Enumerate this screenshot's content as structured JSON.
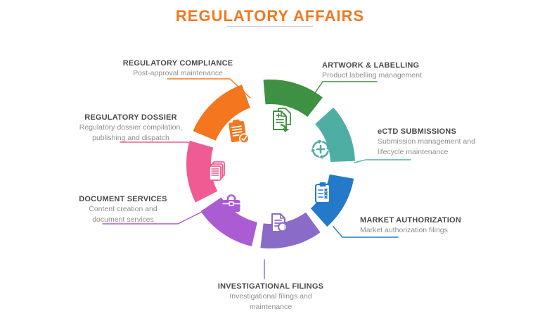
{
  "title": {
    "text": "REGULATORY AFFAIRS",
    "color": "#F4771F"
  },
  "text_colors": {
    "heading": "#4a4a4a",
    "subtext": "#8e8e8e"
  },
  "items": [
    {
      "id": "regulatory-compliance",
      "label": "REGULATORY COMPLIANCE",
      "sublabel": [
        "Post-approval maintenance"
      ],
      "color": "#F4771F",
      "icon": "clipboard-check-icon"
    },
    {
      "id": "artwork-labelling",
      "label": "ARTWORK & LABELLING",
      "sublabel": [
        "Product labelling management"
      ],
      "color": "#3E9142",
      "icon": "document-add-icon"
    },
    {
      "id": "ectd-submissions",
      "label": "eCTD SUBMISSIONS",
      "sublabel": [
        "Submission management and",
        "lifecycle maintenance"
      ],
      "color": "#4FAEA4",
      "icon": "lifecycle-arrows-icon"
    },
    {
      "id": "market-authorization",
      "label": "MARKET AUTHORIZATION",
      "sublabel": [
        "Market authorization filings"
      ],
      "color": "#2579CA",
      "icon": "clipboard-list-icon"
    },
    {
      "id": "investigational-filings",
      "label": "INVESTIGATIONAL FILINGS",
      "sublabel": [
        "Investigational filings and",
        "maintenance"
      ],
      "color": "#8A6BC8",
      "icon": "document-search-icon"
    },
    {
      "id": "document-services",
      "label": "DOCUMENT SERVICES",
      "sublabel": [
        "Content creation and",
        "document services"
      ],
      "color": "#AC5CD2",
      "icon": "briefcase-icon"
    },
    {
      "id": "regulatory-dossier",
      "label": "REGULATORY DOSSIER",
      "sublabel": [
        "Regulatory dossier compilation,",
        "publishing and dispatch"
      ],
      "color": "#EF5B92",
      "icon": "documents-stack-icon"
    }
  ]
}
